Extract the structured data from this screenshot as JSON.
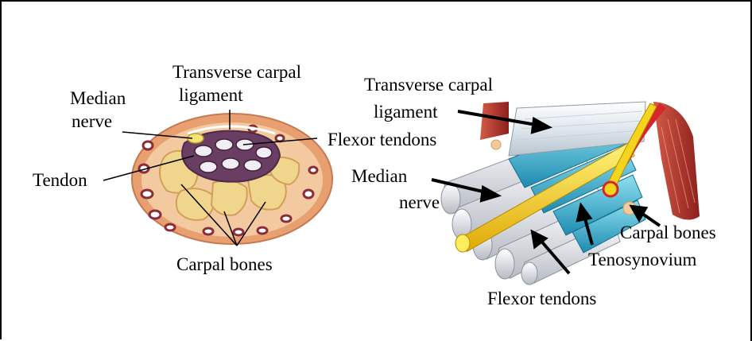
{
  "left_diagram": {
    "labels": {
      "transverse_carpal_ligament_line1": "Transverse carpal",
      "transverse_carpal_ligament_line2": "ligament",
      "median_nerve_line1": "Median",
      "median_nerve_line2": "nerve",
      "flexor_tendons": "Flexor tendons",
      "tendon": "Tendon",
      "carpal_bones": "Carpal bones"
    }
  },
  "right_diagram": {
    "labels": {
      "transverse_carpal_ligament_line1": "Transverse carpal",
      "transverse_carpal_ligament_line2": "ligament",
      "median_nerve_line1": "Median",
      "median_nerve_line2": "nerve",
      "carpal_bones": "Carpal bones",
      "tenosynovium": "Tenosynovium",
      "flexor_tendons": "Flexor tendons"
    }
  },
  "colors": {
    "skin": "#e9a071",
    "tissue": "#f3caa0",
    "bone": "#f0d58d",
    "tendon_sheath": "#6a3d63",
    "tendon": "#f3eef6",
    "nerve_yellow": "#f6d21e",
    "tenosynovium_blue": "#3eb2cf",
    "muscle_red": "#b5342c",
    "ligament": "#e8eef3"
  }
}
